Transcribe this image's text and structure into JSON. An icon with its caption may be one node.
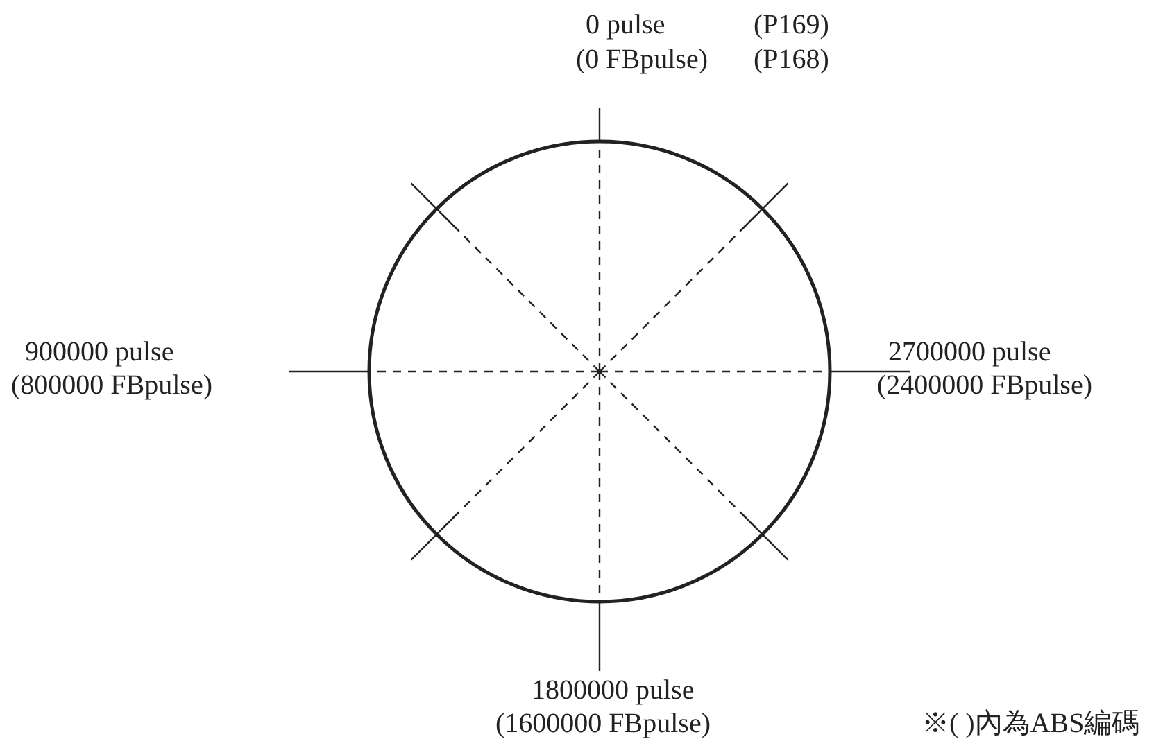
{
  "diagram": {
    "labels": [
      "0 pulse",
      "(P169)",
      "(0 FBpulse)",
      "(P168)",
      "900000 pulse",
      "(800000 FBpulse)",
      "2700000 pulse",
      "(2400000 FBpulse)",
      "1800000 pulse",
      "(1600000 FBpulse)",
      "※( )內為ABS編碼"
    ]
  }
}
